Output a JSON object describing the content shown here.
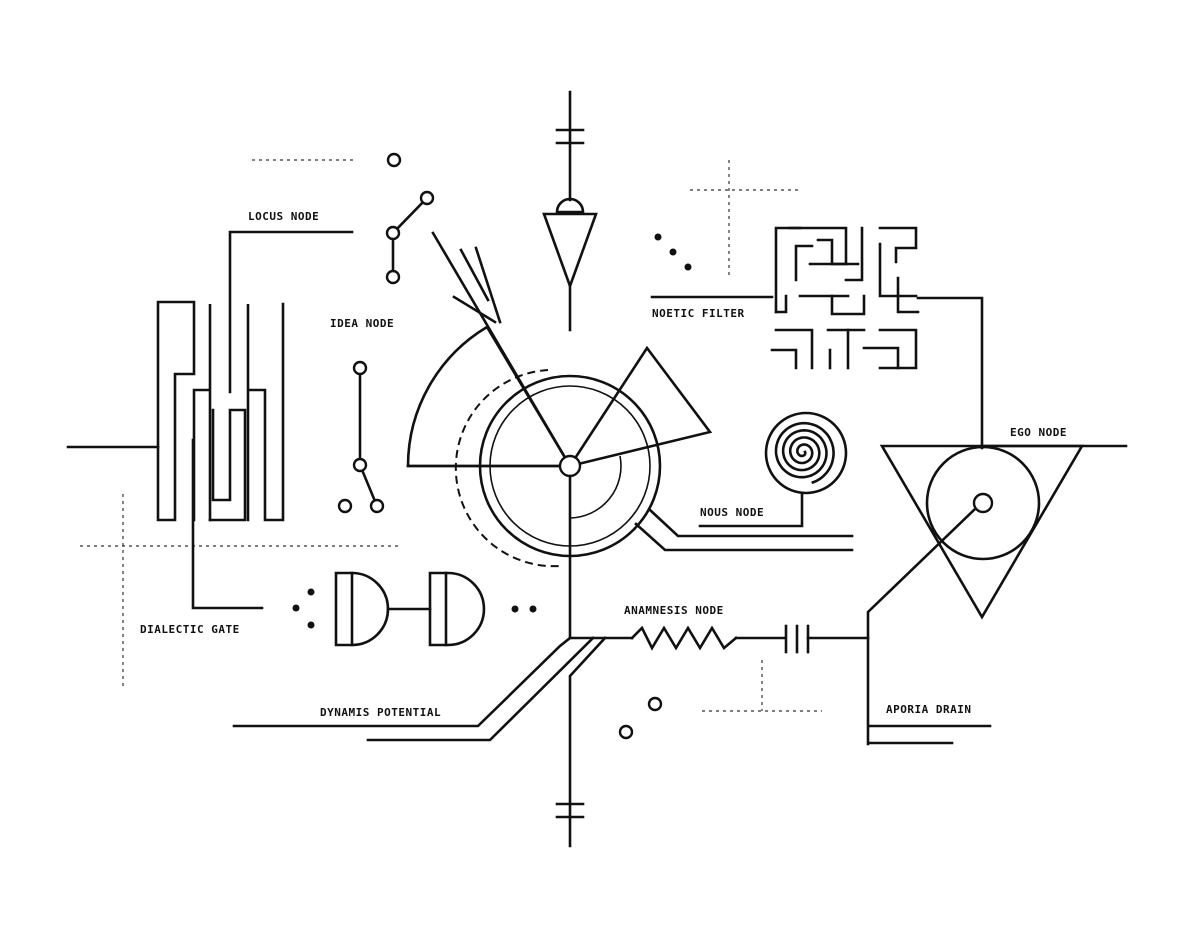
{
  "diagram": {
    "labels": {
      "locus_node": "LOCUS NODE",
      "idea_node": "IDEA NODE",
      "noetic_filter": "NOETIC FILTER",
      "ego_node": "EGO NODE",
      "nous_node": "NOUS NODE",
      "dialectic_gate": "DIALECTIC GATE",
      "anamnesis_node": "ANAMNESIS NODE",
      "dynamis_potential": "DYNAMIS POTENTIAL",
      "aporia_drain": "APORIA DRAIN"
    },
    "colors": {
      "ink": "#111111",
      "background": "#ffffff"
    }
  }
}
